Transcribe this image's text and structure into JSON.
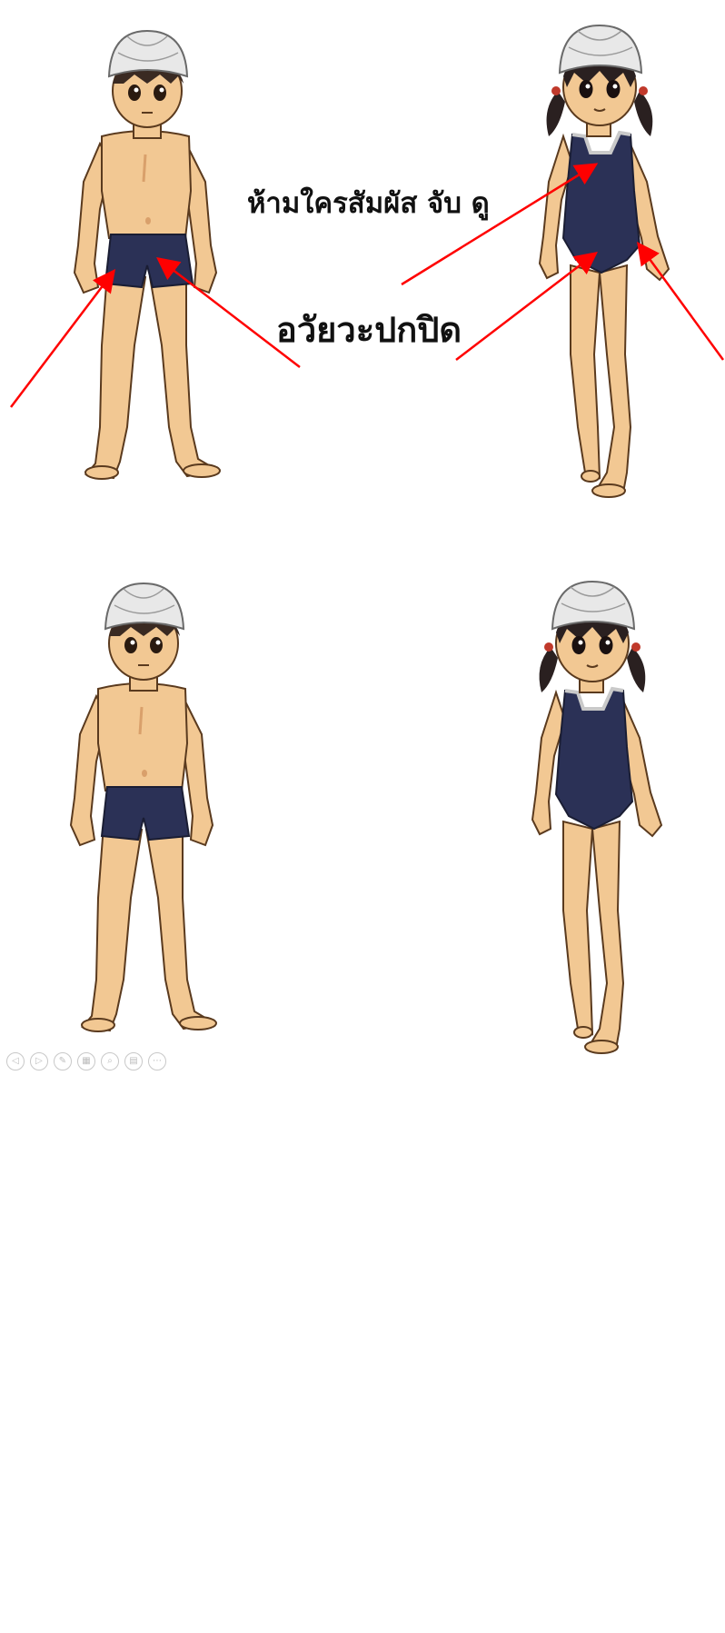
{
  "captions": {
    "top": "ห้ามใครสัมผัส จับ ดู",
    "middle": "อวัยวะปกปิด"
  },
  "figures": [
    {
      "id": "boy",
      "description_icon": "boy-swimsuit-illustration"
    },
    {
      "id": "girl",
      "description_icon": "girl-swimsuit-illustration"
    }
  ],
  "controls": [
    {
      "name": "previous-slide-button",
      "icon": "◁"
    },
    {
      "name": "next-slide-button",
      "icon": "▷"
    },
    {
      "name": "pen-tool-button",
      "icon": "✎"
    },
    {
      "name": "all-slides-button",
      "icon": "▦"
    },
    {
      "name": "zoom-button",
      "icon": "⌕"
    },
    {
      "name": "subtitles-button",
      "icon": "▤"
    },
    {
      "name": "more-options-button",
      "icon": "⋯"
    }
  ],
  "colors": {
    "skin": "#f2c893",
    "skin_shade": "#d9a06b",
    "swimwear": "#2b3156",
    "cap": "#e8e8e8",
    "hair": "#3a2a22",
    "arrow": "#ff0000"
  }
}
